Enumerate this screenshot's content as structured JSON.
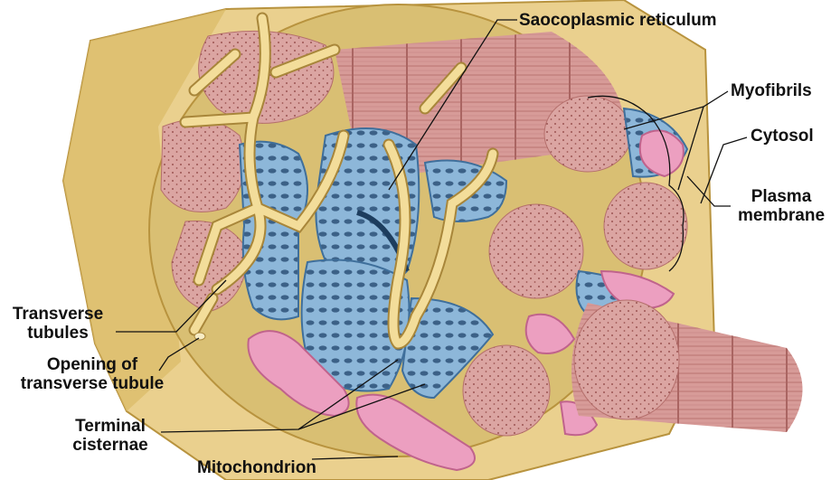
{
  "labels": {
    "sarcoplasmic_reticulum": "Saocoplasmic reticulum",
    "myofibrils": "Myofibrils",
    "cytosol": "Cytosol",
    "plasma_membrane": [
      "Plasma",
      "membrane"
    ],
    "transverse_tubules": [
      "Transverse",
      "tubules"
    ],
    "opening_of_transverse_tubule": [
      "Opening of",
      "transverse tubule"
    ],
    "terminal_cisternae": [
      "Terminal",
      "cisternae"
    ],
    "mitochondrion": "Mitochondrion"
  },
  "colors": {
    "sarcolemma": "#ead08e",
    "sarcolemma_edge": "#b8933e",
    "myofibril": "#dba5a2",
    "myofibril_dark": "#b9706e",
    "reticulum": "#8db7d9",
    "reticulum_edge": "#3f6f9b",
    "t_tubule": "#f3dd9a",
    "mitochondrion": "#ec9fc0",
    "leader_line": "#111111"
  }
}
